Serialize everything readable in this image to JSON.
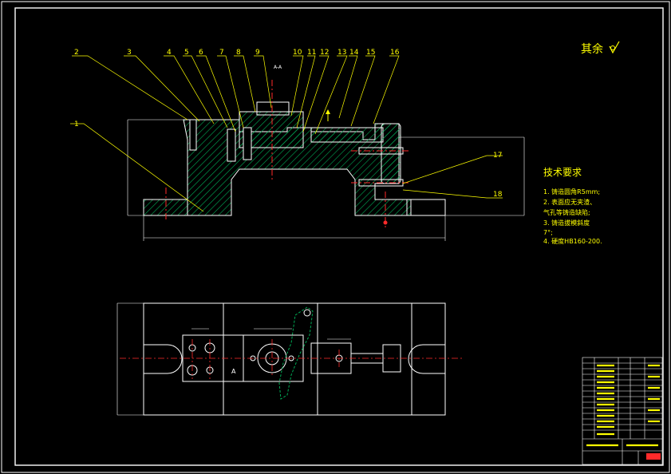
{
  "drawing": {
    "part_numbers": [
      "1",
      "2",
      "3",
      "4",
      "5",
      "6",
      "7",
      "8",
      "9",
      "10",
      "11",
      "12",
      "13",
      "14",
      "15",
      "16",
      "17",
      "18"
    ],
    "roughness_note": "其余",
    "tech_req_title": "技术要求",
    "tech_req_lines": [
      "1. 铸造圆角R5mm;",
      "2. 表面应无夹渣、",
      "   气孔等铸造缺陷;",
      "3. 铸造拔模斜度",
      "7°;",
      "4. 硬度HB160-200."
    ],
    "section_label": "A-A",
    "view_arrow_label": "A"
  },
  "colors": {
    "background": "#000000",
    "outline": "#ffffff",
    "hatch": "#00aa55",
    "centerline": "#ff2a2a",
    "annotation": "#ffff00",
    "dimension": "#ffffff"
  }
}
